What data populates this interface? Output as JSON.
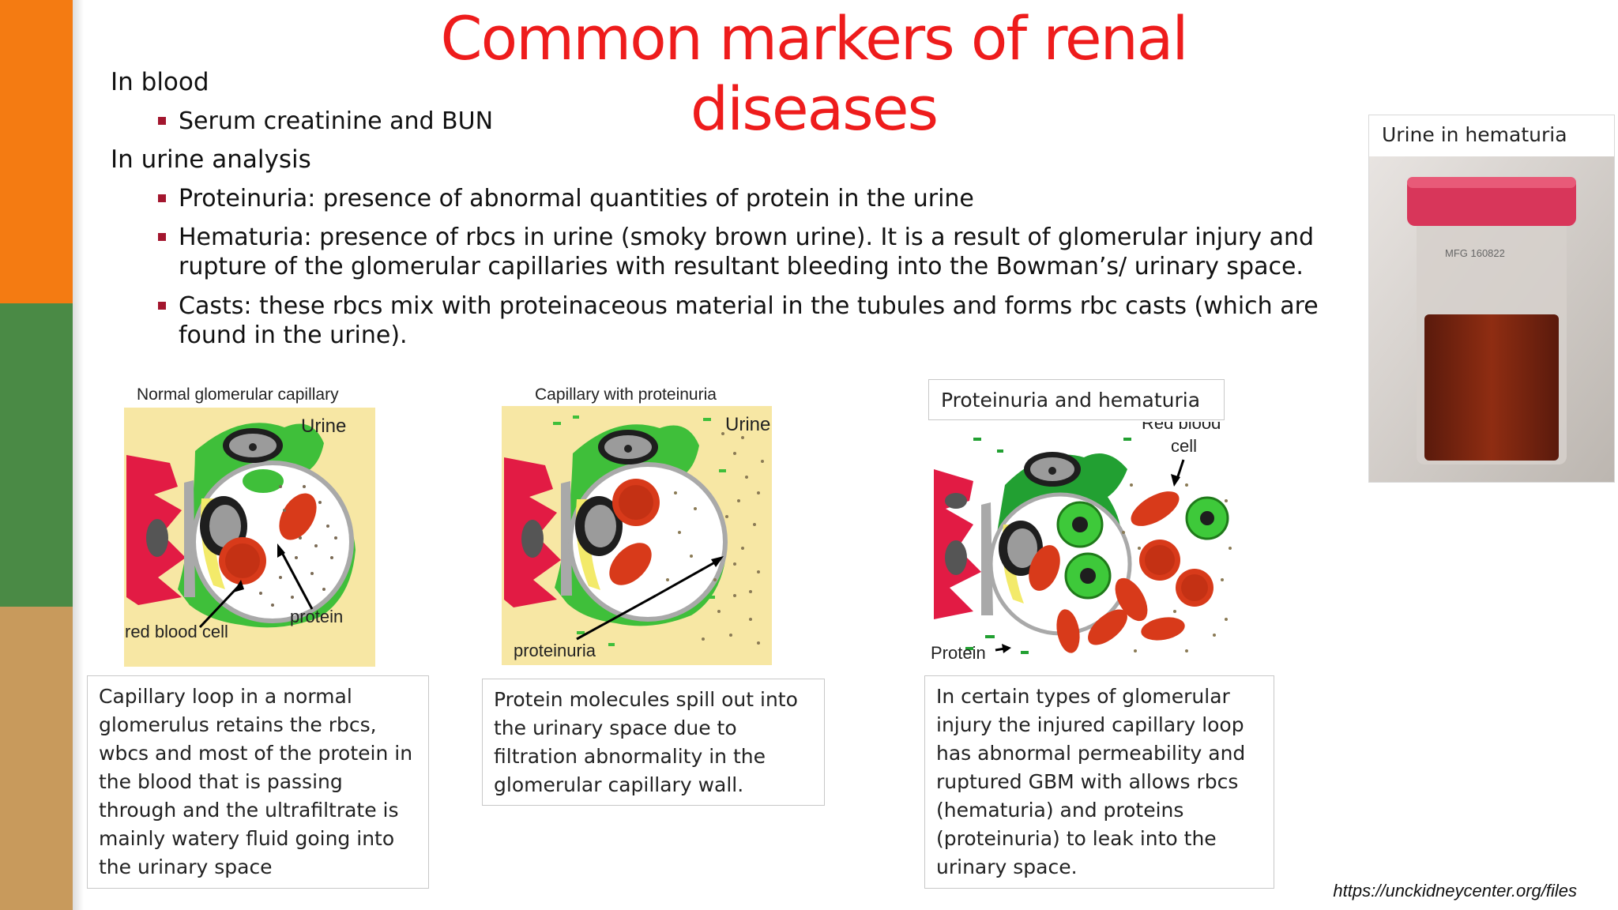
{
  "slide": {
    "title": "Common markers of renal diseases",
    "colors": {
      "stripe_orange": "#f47b12",
      "stripe_green": "#4a8a45",
      "stripe_tan": "#c89a5c",
      "title_red": "#ee1c1c",
      "bullet_red": "#a3162e"
    }
  },
  "content": {
    "section_blood": "In blood",
    "blood_items": [
      "Serum creatinine and BUN"
    ],
    "section_urine": "In urine analysis",
    "urine_items": [
      "Proteinuria: presence of abnormal quantities of protein in the urine",
      "Hematuria: presence of rbcs in urine (smoky brown urine). It is a result of glomerular injury and rupture of the glomerular capillaries with resultant bleeding into the Bowman’s/ urinary space.",
      "Casts:  these rbcs mix with proteinaceous material in the tubules and forms rbc casts (which are found in the urine)."
    ]
  },
  "figures": [
    {
      "title": "Normal glomerular capillary",
      "labels": {
        "urine": "Urine",
        "protein": "protein",
        "rbc": "red blood cell"
      },
      "caption": [
        "Capillary loop in a normal",
        "glomerulus retains the rbcs,",
        "wbcs and most of the protein in",
        "the blood that is passing",
        "through and the ultrafiltrate is",
        "mainly watery fluid going into",
        "the urinary space"
      ]
    },
    {
      "title": "Capillary with proteinuria",
      "labels": {
        "urine": "Urine",
        "proteinuria": "proteinuria"
      },
      "caption": [
        "Protein molecules spill out into",
        "the urinary  space due to",
        "filtration abnormality in the",
        "glomerular capillary wall."
      ]
    },
    {
      "title": "Proteinuria and hematuria",
      "labels": {
        "rbc_line1": "Red blood",
        "rbc_line2": "cell",
        "protein": "Protein"
      },
      "caption": [
        "In certain types of glomerular",
        "injury the injured capillary loop",
        "has abnormal permeability and",
        "ruptured GBM with allows rbcs",
        "(hematuria) and proteins",
        "(proteinuria) to leak into the",
        "urinary space."
      ]
    }
  ],
  "photo": {
    "title": "Urine in hematuria",
    "jar_text": "MFG 160822"
  },
  "source": "https://unckidneycenter.org/files"
}
